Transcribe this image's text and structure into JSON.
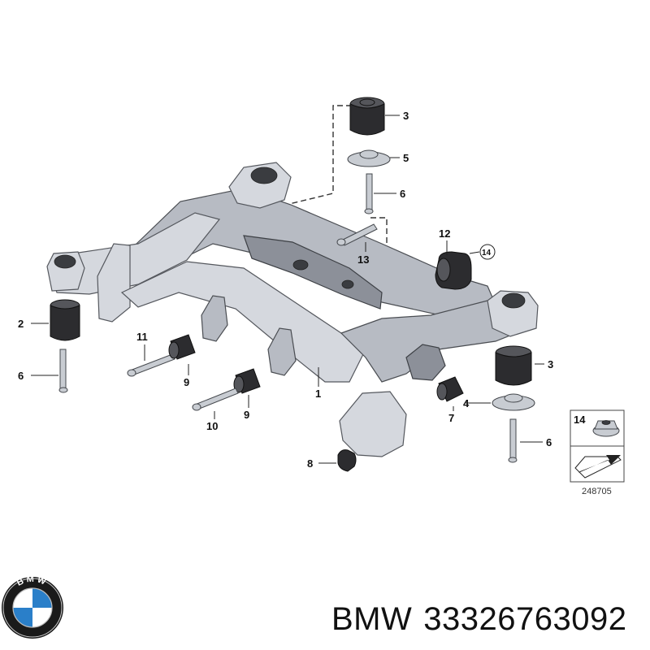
{
  "callouts": {
    "c1": "1",
    "c2": "2",
    "c3a": "3",
    "c3b": "3",
    "c4": "4",
    "c5": "5",
    "c6a": "6",
    "c6b": "6",
    "c6c": "6",
    "c7": "7",
    "c8": "8",
    "c9a": "9",
    "c9b": "9",
    "c10": "10",
    "c11": "11",
    "c12": "12",
    "c13": "13",
    "c14": "14",
    "c14box": "14"
  },
  "inset": {
    "number": "248705"
  },
  "logo": {
    "letters": "BMW",
    "colors": {
      "blue": "#2a7fc9",
      "white": "#ffffff",
      "ring": "#1a1a1a"
    }
  },
  "footer": {
    "brand": "BMW",
    "part_number": "33326763092"
  }
}
